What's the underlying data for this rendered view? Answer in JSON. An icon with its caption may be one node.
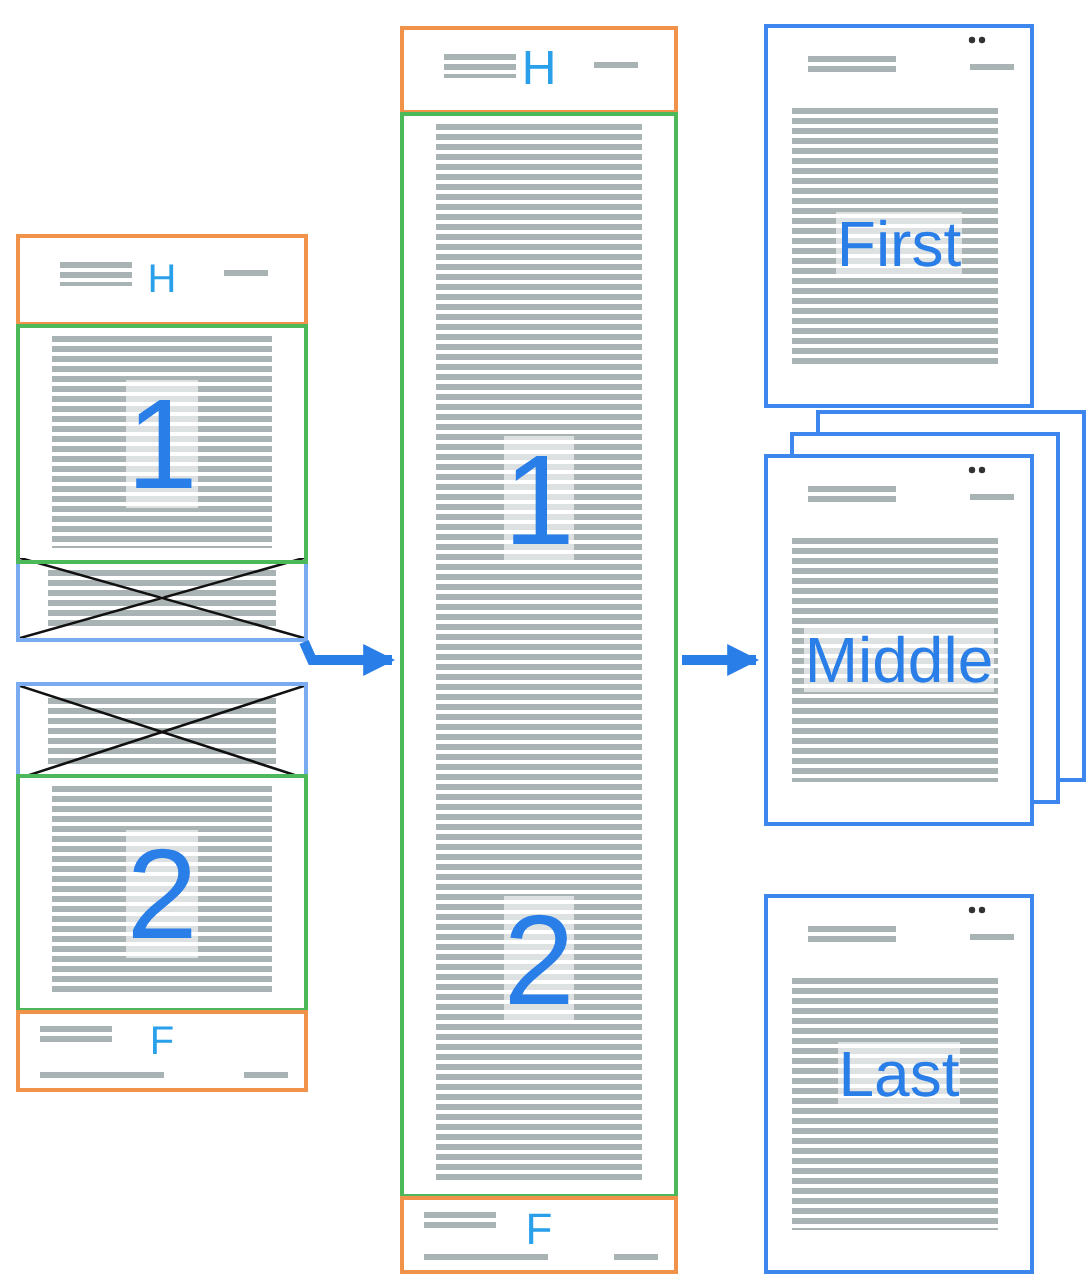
{
  "diagram": {
    "nodes": [
      {
        "text": [],
        "shape": "box"
      },
      {
        "text": [
          "H"
        ],
        "in": 0
      },
      {
        "text": [
          "1"
        ],
        "in": 0
      },
      {
        "text": [],
        "shape": "box"
      },
      {
        "text": [
          "2"
        ],
        "in": 3
      },
      {
        "text": [
          "F"
        ],
        "in": 3
      },
      {
        "text": [],
        "shape": "box"
      },
      {
        "text": [
          "H"
        ],
        "in": 6
      },
      {
        "text": [
          "1",
          "2"
        ],
        "in": 6
      },
      {
        "text": [
          "F"
        ],
        "in": 6
      },
      {
        "text": [
          "First"
        ]
      },
      {
        "text": [
          "Middle"
        ]
      },
      {
        "text": [
          "Last"
        ]
      }
    ],
    "edges": [
      {
        "from": 0,
        "to": 6,
        "arrow": "to"
      },
      {
        "from": 6,
        "to": 11,
        "arrow": "to"
      }
    ]
  }
}
